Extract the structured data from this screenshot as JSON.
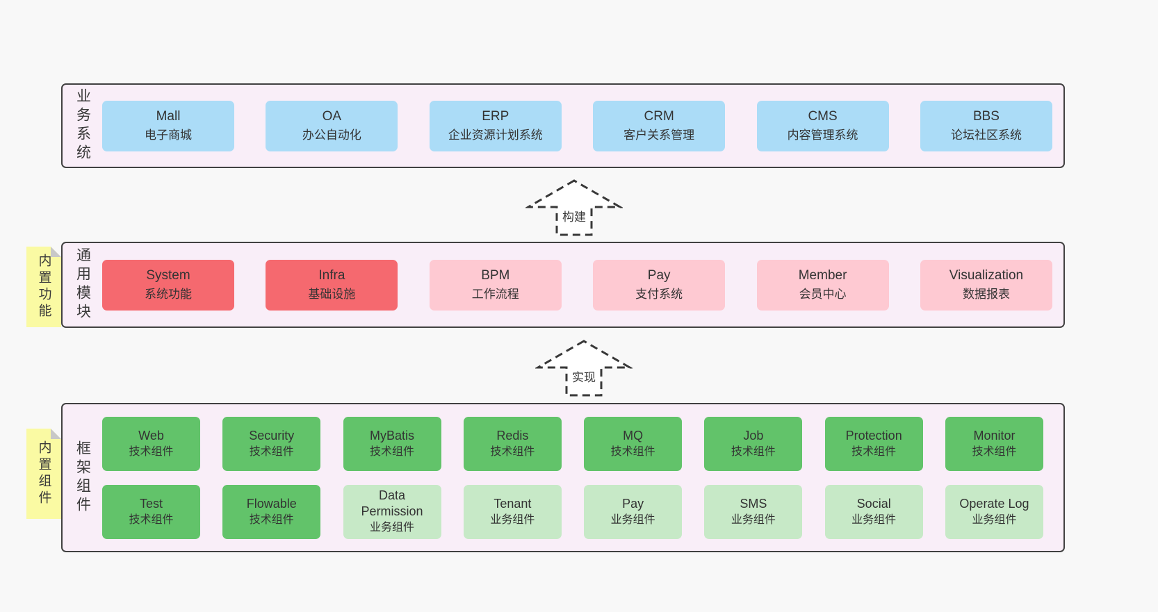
{
  "colors": {
    "canvas_bg": "#f8f8f8",
    "layer_bg": "#f9eef8",
    "layer_border": "#414141",
    "blue": "#abdcf7",
    "red": "#f5696f",
    "pink": "#fec9d2",
    "green": "#62c36a",
    "light_green": "#c7e9c7",
    "note_yellow": "#fafaa3",
    "note_fold": "#c8c8c8",
    "text": "#3d3d3d",
    "arrow_stroke": "#383838"
  },
  "layers": [
    {
      "label": "业务系统",
      "boxes": [
        {
          "name": "Mall",
          "desc": "电子商城"
        },
        {
          "name": "OA",
          "desc": "办公自动化"
        },
        {
          "name": "ERP",
          "desc": "企业资源计划系统"
        },
        {
          "name": "CRM",
          "desc": "客户关系管理"
        },
        {
          "name": "CMS",
          "desc": "内容管理系统"
        },
        {
          "name": "BBS",
          "desc": "论坛社区系统"
        }
      ]
    },
    {
      "label": "通用模块",
      "note": "内置功能",
      "boxes": [
        {
          "name": "System",
          "desc": "系统功能"
        },
        {
          "name": "Infra",
          "desc": "基础设施"
        },
        {
          "name": "BPM",
          "desc": "工作流程"
        },
        {
          "name": "Pay",
          "desc": "支付系统"
        },
        {
          "name": "Member",
          "desc": "会员中心"
        },
        {
          "name": "Visualization",
          "desc": "数据报表"
        }
      ]
    },
    {
      "label": "框架组件",
      "note": "内置组件",
      "row1": [
        {
          "name": "Web",
          "desc": "技术组件"
        },
        {
          "name": "Security",
          "desc": "技术组件"
        },
        {
          "name": "MyBatis",
          "desc": "技术组件"
        },
        {
          "name": "Redis",
          "desc": "技术组件"
        },
        {
          "name": "MQ",
          "desc": "技术组件"
        },
        {
          "name": "Job",
          "desc": "技术组件"
        },
        {
          "name": "Protection",
          "desc": "技术组件"
        },
        {
          "name": "Monitor",
          "desc": "技术组件"
        }
      ],
      "row2": [
        {
          "name": "Test",
          "desc": "技术组件"
        },
        {
          "name": "Flowable",
          "desc": "技术组件"
        },
        {
          "name": "Data Permission",
          "desc": "业务组件"
        },
        {
          "name": "Tenant",
          "desc": "业务组件"
        },
        {
          "name": "Pay",
          "desc": "业务组件"
        },
        {
          "name": "SMS",
          "desc": "业务组件"
        },
        {
          "name": "Social",
          "desc": "业务组件"
        },
        {
          "name": "Operate Log",
          "desc": "业务组件"
        }
      ]
    }
  ],
  "arrows": [
    {
      "label": "构建"
    },
    {
      "label": "实现"
    }
  ]
}
